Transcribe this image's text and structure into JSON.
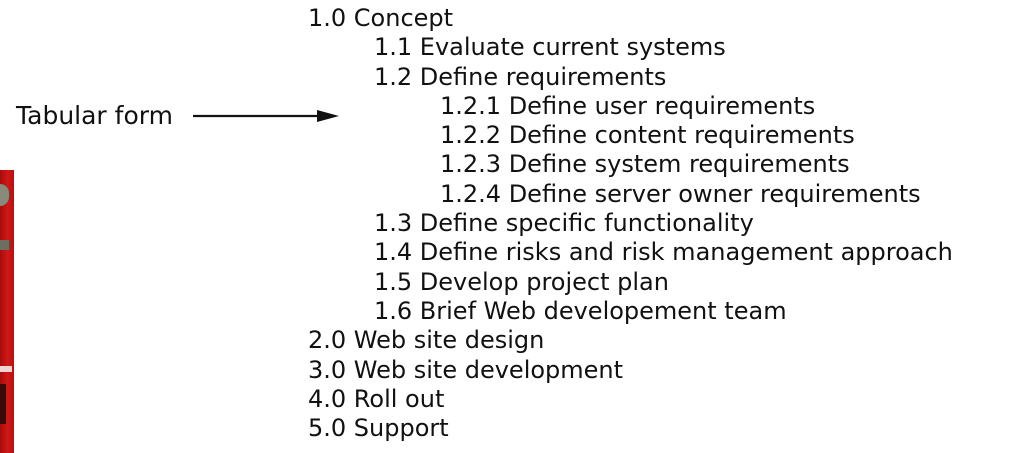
{
  "callout": {
    "label": "Tabular form"
  },
  "outline": {
    "items": [
      {
        "text": "1.0 Concept",
        "level": 1
      },
      {
        "text": "1.1 Evaluate current systems",
        "level": 2
      },
      {
        "text": "1.2 Define requirements",
        "level": 2
      },
      {
        "text": "1.2.1 Define user requirements",
        "level": 3
      },
      {
        "text": "1.2.2 Define content requirements",
        "level": 3
      },
      {
        "text": "1.2.3 Define system requirements",
        "level": 3
      },
      {
        "text": "1.2.4 Define server owner requirements",
        "level": 3
      },
      {
        "text": "1.3 Define specific functionality",
        "level": 2
      },
      {
        "text": "1.4 Define risks and risk management approach",
        "level": 2
      },
      {
        "text": "1.5 Develop project plan",
        "level": 2
      },
      {
        "text": "1.6 Brief Web developement team",
        "level": 2
      },
      {
        "text": "2.0 Web site design",
        "level": 1
      },
      {
        "text": "3.0 Web site development",
        "level": 1
      },
      {
        "text": "4.0 Roll out",
        "level": 1
      },
      {
        "text": "5.0 Support",
        "level": 1
      }
    ]
  },
  "colors": {
    "text": "#111111",
    "background": "#ffffff",
    "edge_image": "#d11717"
  }
}
